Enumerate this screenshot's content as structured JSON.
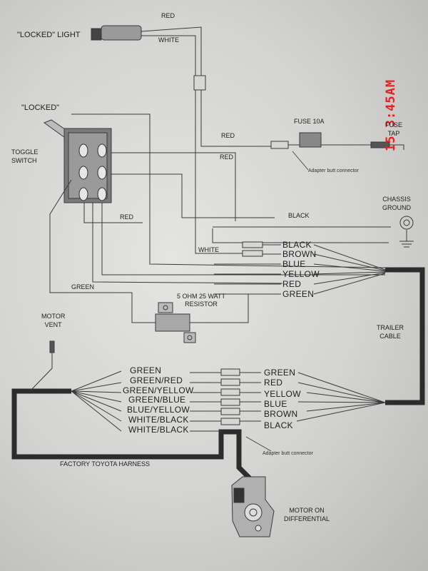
{
  "timestamp": "15  3:45AM",
  "top": {
    "locked_light": "\"LOCKED\" LIGHT",
    "red_top": "RED",
    "white_top": "WHITE",
    "locked": "\"LOCKED\"",
    "toggle_switch": "TOGGLE\nSWITCH",
    "fuse": "FUSE 10A",
    "fuse_tap": "FUSE\nTAP",
    "red_1": "RED",
    "red_2": "RED",
    "adapter_1": "Adapter butt connector",
    "chassis_ground": "CHASSIS\nGROUND",
    "black_ground": "BLACK",
    "red_switch": "RED",
    "white_mid": "WHITE",
    "green_mid": "GREEN",
    "resistor": "5 OHM 25 WATT\nRESISTOR"
  },
  "trailer_cable_wires": [
    "BLACK",
    "BROWN",
    "BLUE",
    "YELLOW",
    "RED",
    "GREEN"
  ],
  "trailer_cable": "TRAILER\nCABLE",
  "motor_vent": "MOTOR\nVENT",
  "harness_left": [
    "GREEN",
    "GREEN/RED",
    "GREEN/YELLOW",
    "GREEN/BLUE",
    "BLUE/YELLOW",
    "WHITE/BLACK",
    "WHITE/BLACK"
  ],
  "harness_right": [
    "GREEN",
    "RED",
    "YELLOW",
    "BLUE",
    "BROWN",
    "BLACK"
  ],
  "adapter_2": "Adapter butt connector",
  "factory_harness": "FACTORY TOYOTA HARNESS",
  "motor_on_differential": "MOTOR ON\nDIFFERENTIAL"
}
